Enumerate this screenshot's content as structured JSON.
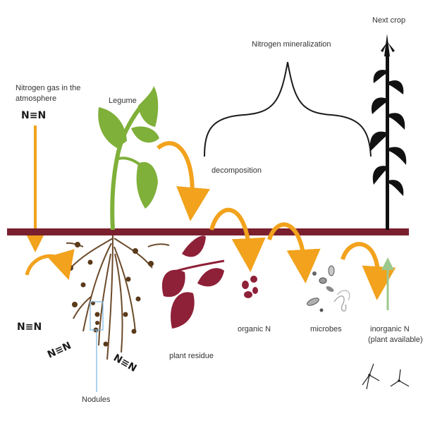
{
  "labels": {
    "atmosphere_line1": "Nitrogen gas in the",
    "atmosphere_line2": "atmosphere",
    "legume": "Legume",
    "mineralization": "Nitrogen mineralization",
    "decomposition": "decomposition",
    "next_crop": "Next crop",
    "plant_residue": "plant residue",
    "organic_n": "organic N",
    "microbes": "microbes",
    "inorganic_n_line1": "inorganic N",
    "inorganic_n_line2": "(plant available)",
    "nodules": "Nodules"
  },
  "molecule": {
    "n2_formula": "N≡N"
  },
  "colors": {
    "soil_line": "#7a1f2e",
    "arrow_orange": "#f2a21c",
    "leaf_green": "#7fb03a",
    "residue_red": "#8e2038",
    "nodule_brown": "#5a3a1a",
    "root_brown": "#6b4a2a",
    "uptake_arrow": "#9dc88d",
    "nodule_callout": "#7ab6e0"
  }
}
